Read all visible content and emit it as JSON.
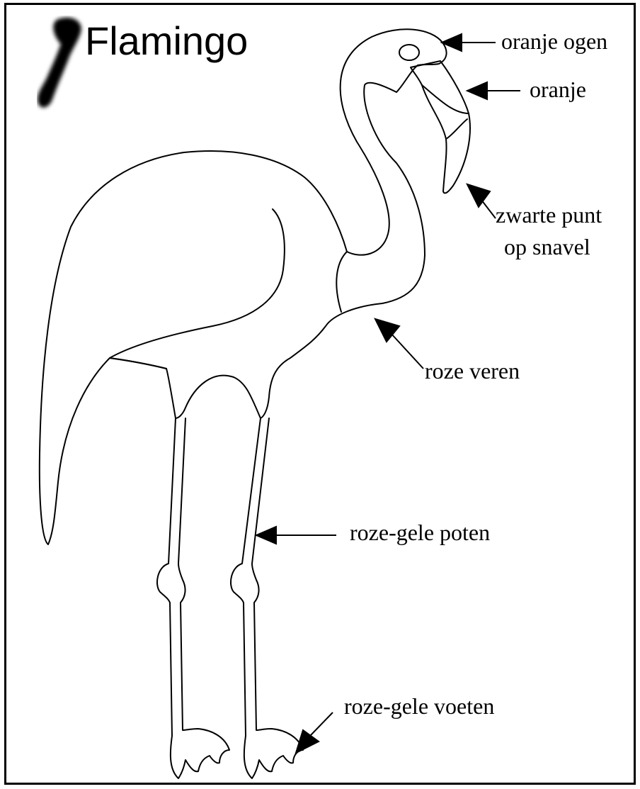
{
  "title": "Flamingo",
  "labels": {
    "eyes": "oranje ogen",
    "beak": "oranje",
    "beak_tip_line1": "zwarte punt",
    "beak_tip_line2": "op snavel",
    "feathers": "roze veren",
    "legs": "roze-gele poten",
    "feet": "roze-gele voeten"
  },
  "colors": {
    "line": "#000000",
    "background": "#ffffff"
  }
}
